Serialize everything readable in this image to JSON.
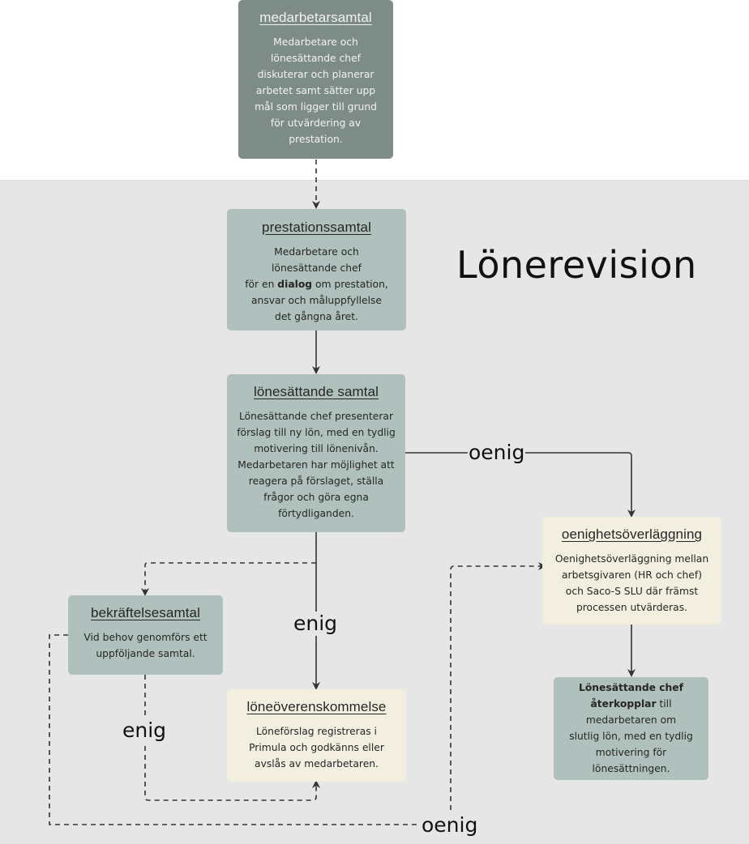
{
  "diagram": {
    "heading": "Lönerevision",
    "colors": {
      "dark_box": "#7e8c87",
      "sage_box": "#afc0bd",
      "cream_box": "#f2efe0",
      "process_region": "#e6e6e6",
      "connector": "#333333"
    },
    "nodes": {
      "medarbetarsamtal": {
        "title": "medarbetarsamtal",
        "lines": [
          "Medarbetare och",
          "lönesättande chef",
          "diskuterar och planerar",
          "arbetet samt sätter upp",
          "mål som ligger till grund",
          "för utvärdering av",
          "prestation."
        ]
      },
      "prestationssamtal": {
        "title": "prestationssamtal",
        "line1": "Medarbetare och",
        "line2": "lönesättande chef",
        "line3_pre": "för en ",
        "line3_bold": "dialog",
        "line3_post": " om prestation,",
        "line4": "ansvar och måluppfyllelse",
        "line5": "det gångna året."
      },
      "lonesattande_samtal": {
        "title": "lönesättande samtal",
        "lines": [
          "Lönesättande chef presenterar",
          "förslag till ny lön, med en tydlig",
          "motivering till lönenivån.",
          "Medarbetaren har möjlighet att",
          "reagera på förslaget, ställa",
          "frågor och göra egna",
          "förtydliganden."
        ]
      },
      "oenighetsoverlaggning": {
        "title": "oenighetsöverläggning",
        "lines": [
          "Oenighetsöverläggning mellan",
          "arbetsgivaren (HR och chef)",
          "och Saco-S SLU där främst",
          "processen utvärderas."
        ]
      },
      "bekraftelsesamtal": {
        "title": "bekräftelsesamtal",
        "lines": [
          "Vid behov genomförs ett",
          "uppföljande samtal."
        ]
      },
      "loneoverenskommelse": {
        "title": "löneöverenskommelse",
        "lines": [
          "Löneförslag registreras i",
          "Primula och godkänns eller",
          "avslås av medarbetaren."
        ]
      },
      "aterkoppling": {
        "line1_bold": "Lönesättande chef",
        "line2_bold": "återkopplar",
        "line2_post": " till",
        "line3": "medarbetaren om",
        "line4": "slutlig lön, med en tydlig",
        "line5": "motivering för",
        "line6": "lönesättningen."
      }
    },
    "edge_labels": {
      "oenig_right": "oenig",
      "enig_center": "enig",
      "enig_left": "enig",
      "oenig_bottom": "oenig"
    }
  }
}
